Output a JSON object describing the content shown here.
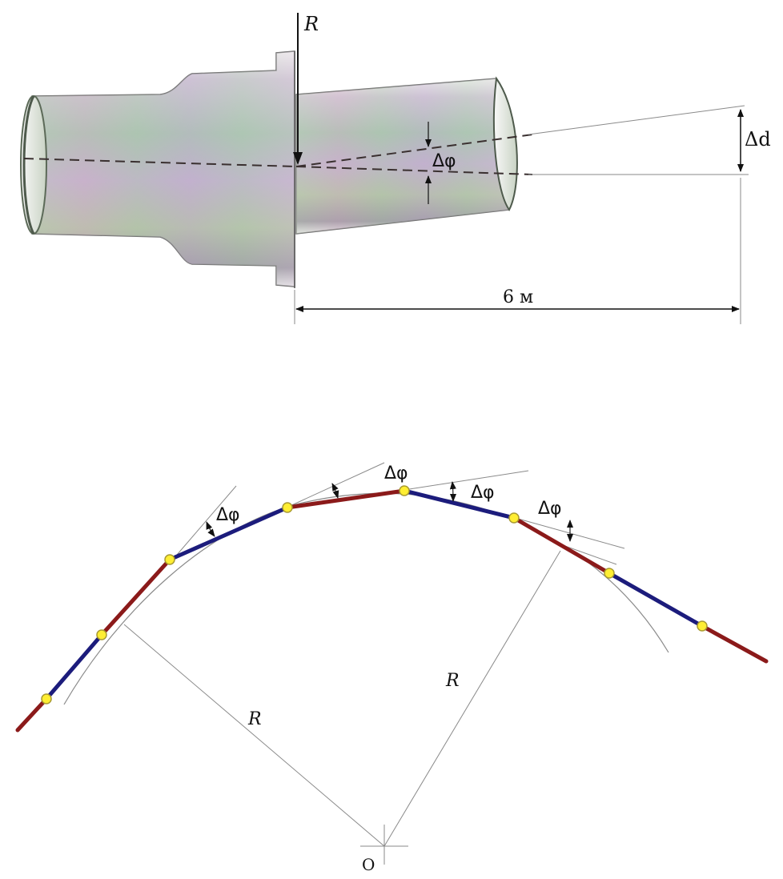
{
  "colors": {
    "background": "#ffffff",
    "segment_red": "#8b1a1a",
    "segment_blue": "#1c1c7c",
    "joint_fill": "#ffee33",
    "joint_stroke": "#a89a30",
    "construction_line": "#8a8a8a",
    "axis_dash": "#3a3030",
    "arrow": "#111111"
  },
  "pipe_diagram": {
    "load_label": "R",
    "offset_label": "Δd",
    "angle_label": "Δφ",
    "length_label": "6 м",
    "icons": [
      "load-arrow-icon",
      "dimension-arrow-icon"
    ]
  },
  "bend_diagram": {
    "radius_label_left": "R",
    "radius_label_right": "R",
    "center_label": "O",
    "angle_labels": [
      "Δφ",
      "Δφ",
      "Δφ",
      "Δφ"
    ],
    "joint_count": 8,
    "segment_colors": [
      "red",
      "blue",
      "red",
      "blue",
      "red",
      "blue",
      "red",
      "blue",
      "red"
    ]
  }
}
